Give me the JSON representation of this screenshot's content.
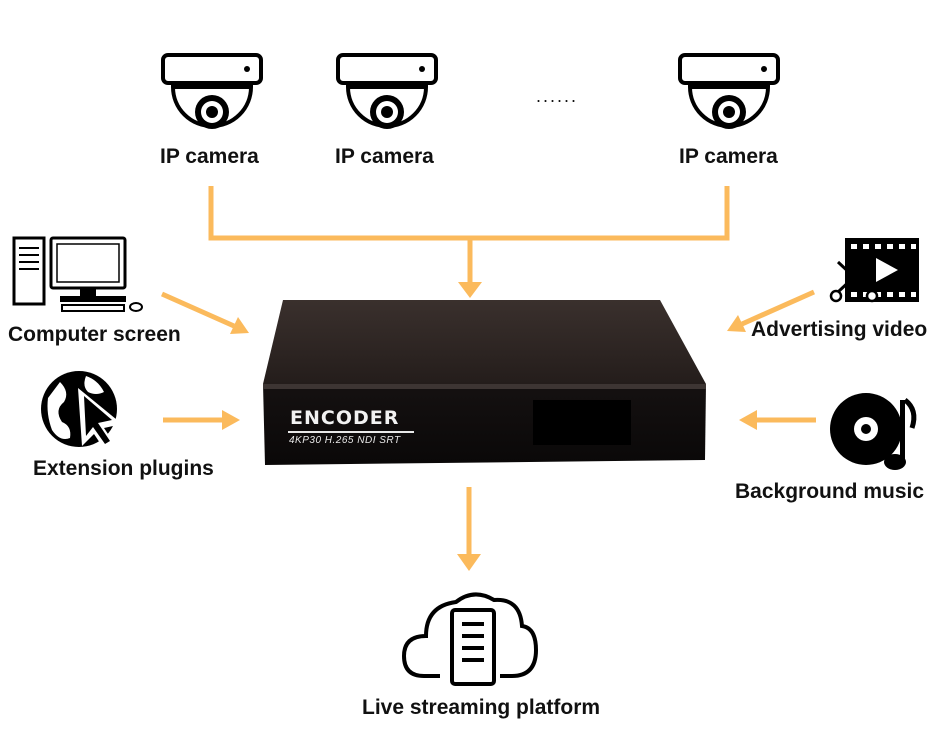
{
  "cameras": [
    {
      "label": "IP camera"
    },
    {
      "label": "IP camera"
    },
    {
      "label": "IP camera"
    }
  ],
  "ellipsis": "......",
  "inputs_left": [
    {
      "label": "Computer screen",
      "icon": "computer-icon"
    },
    {
      "label": "Extension plugins",
      "icon": "globe-cursor-icon"
    }
  ],
  "inputs_right": [
    {
      "label": "Advertising video",
      "icon": "film-edit-icon"
    },
    {
      "label": "Background music",
      "icon": "music-disc-icon"
    }
  ],
  "encoder": {
    "title": "ENCODER",
    "subtitle": "4KP30 H.265 NDI SRT"
  },
  "output": {
    "label": "Live streaming platform",
    "icon": "cloud-server-icon"
  },
  "colors": {
    "arrow": "#FBBA5C",
    "device": "#2b2422",
    "text": "#111111"
  }
}
